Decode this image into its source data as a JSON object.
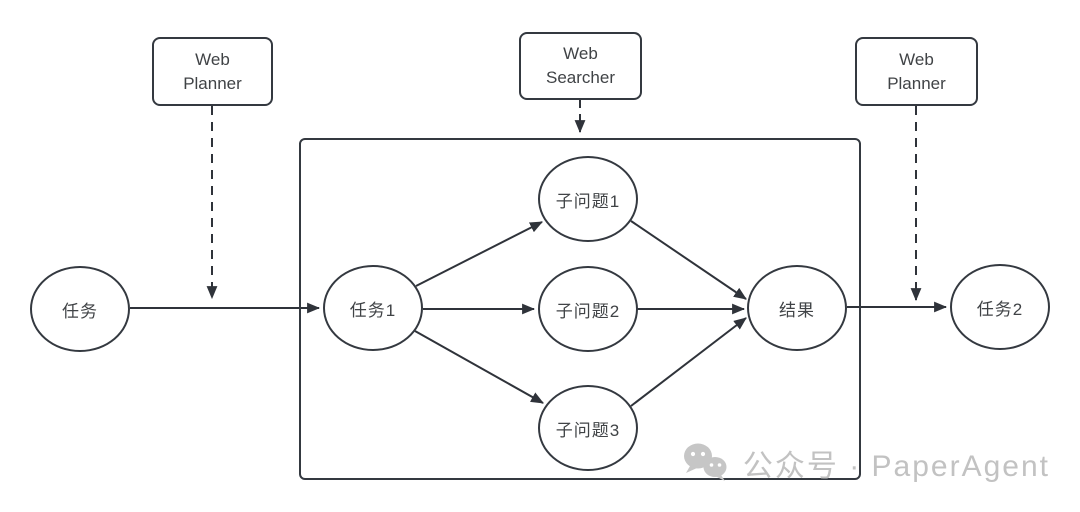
{
  "diagram": {
    "nodes": {
      "task": {
        "label": "任务"
      },
      "task1": {
        "label": "任务1"
      },
      "sub1": {
        "label": "子问题1"
      },
      "sub2": {
        "label": "子问题2"
      },
      "sub3": {
        "label": "子问题3"
      },
      "result": {
        "label": "结果"
      },
      "task2": {
        "label": "任务2"
      }
    },
    "boxes": {
      "planner_left": {
        "label": "Web\nPlanner"
      },
      "searcher": {
        "label": "Web\nSearcher"
      },
      "planner_right": {
        "label": "Web\nPlanner"
      }
    },
    "edges": [
      {
        "from": "task",
        "to": "task1",
        "style": "solid-arrow"
      },
      {
        "from": "task1",
        "to": "sub1",
        "style": "solid-arrow"
      },
      {
        "from": "task1",
        "to": "sub2",
        "style": "solid-arrow"
      },
      {
        "from": "task1",
        "to": "sub3",
        "style": "solid-arrow"
      },
      {
        "from": "sub1",
        "to": "result",
        "style": "solid-arrow"
      },
      {
        "from": "sub2",
        "to": "result",
        "style": "solid-arrow"
      },
      {
        "from": "sub3",
        "to": "result",
        "style": "solid-arrow"
      },
      {
        "from": "result",
        "to": "task2",
        "style": "solid-arrow"
      },
      {
        "from": "planner_left",
        "to": "task-to-task1-edge",
        "style": "dashed-arrow"
      },
      {
        "from": "searcher",
        "to": "task-group-container",
        "style": "dashed-arrow"
      },
      {
        "from": "planner_right",
        "to": "result-to-task2-edge",
        "style": "dashed-arrow"
      }
    ],
    "colors": {
      "stroke": "#343940",
      "text": "#404346",
      "watermark": "#c2c2c2",
      "background": "#ffffff"
    }
  },
  "watermark": {
    "icon": "wechat-icon",
    "text": "公众号 · PaperAgent"
  }
}
